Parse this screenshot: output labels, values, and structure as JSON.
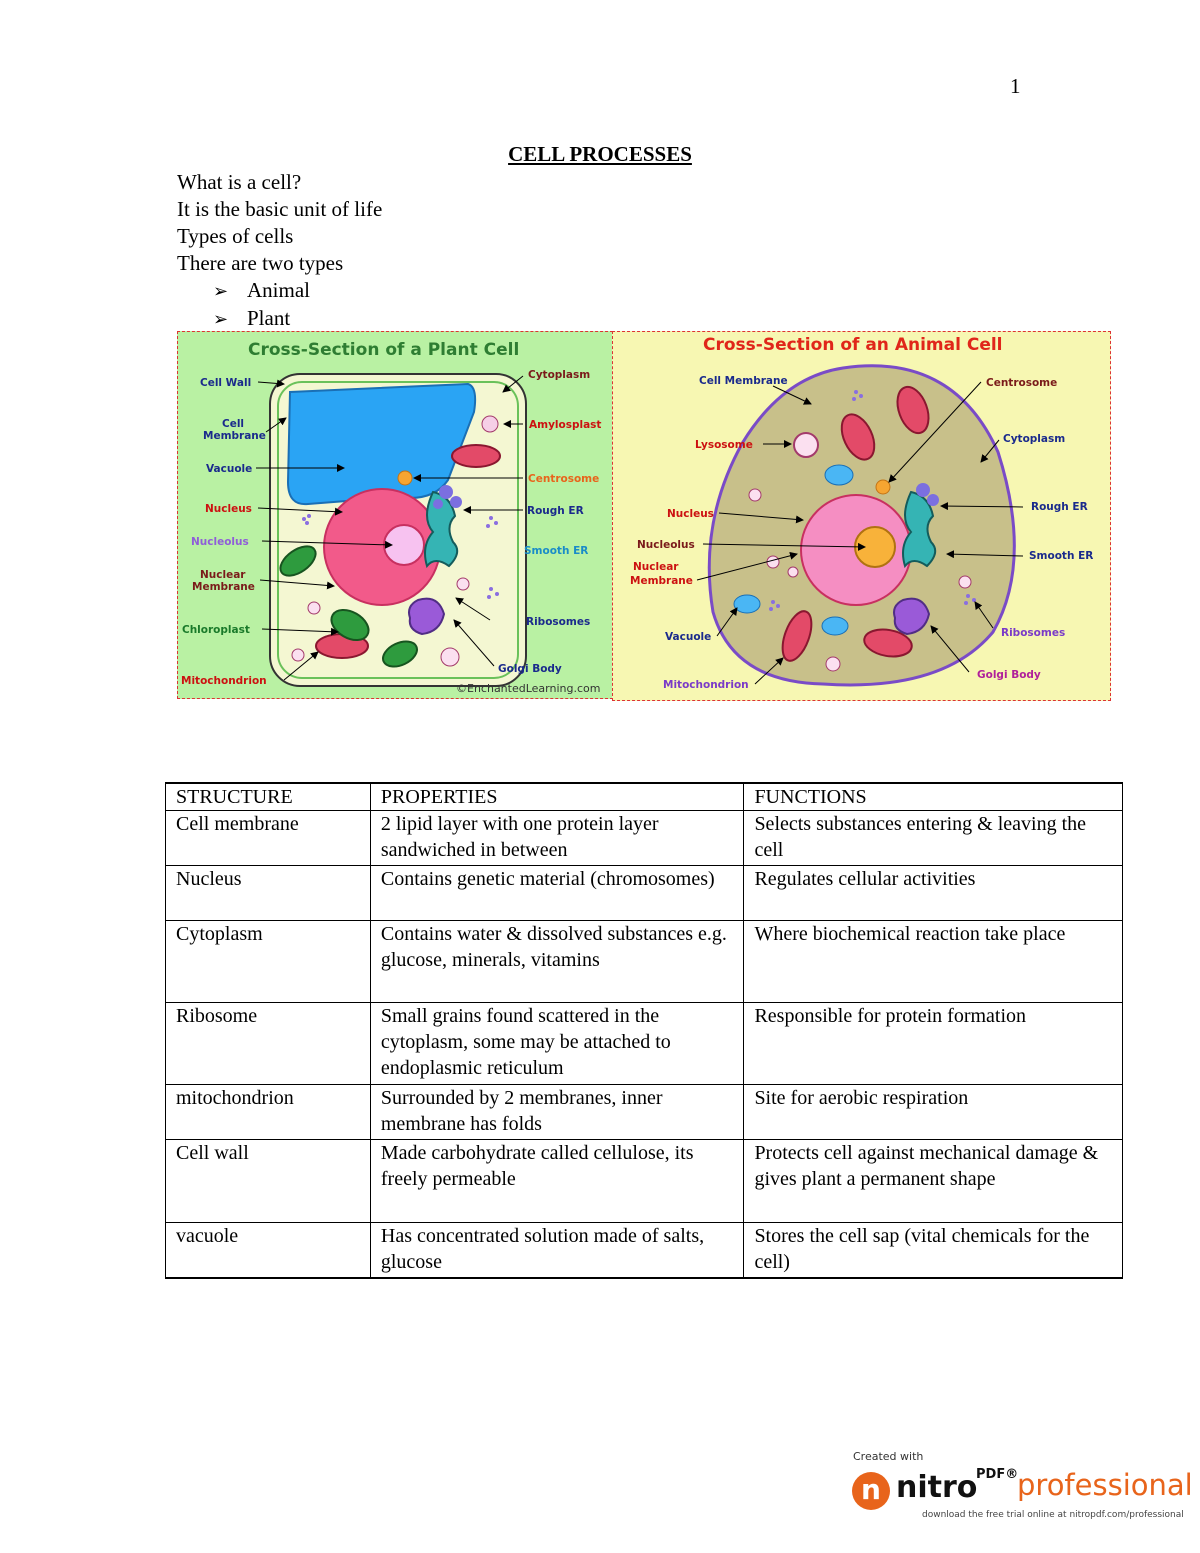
{
  "page": {
    "number": "1",
    "title": "CELL PROCESSES"
  },
  "intro": {
    "question": "What is a cell?",
    "answer": "It is the basic unit of life",
    "types_heading": "Types of cells",
    "types_intro": "There are two types",
    "types": [
      "Animal",
      "Plant"
    ]
  },
  "plant_figure": {
    "title": "Cross-Section of a Plant Cell",
    "labels": {
      "cell_wall": "Cell Wall",
      "cell": "Cell",
      "membrane": "Membrane",
      "vacuole": "Vacuole",
      "nucleus": "Nucleus",
      "nucleolus": "Nucleolus",
      "nuclear": "Nuclear",
      "nuclear_membrane": "Membrane",
      "chloroplast": "Chloroplast",
      "mitochondrion": "Mitochondrion",
      "cytoplasm": "Cytoplasm",
      "amylosplast": "Amylosplast",
      "centrosome": "Centrosome",
      "rough_er": "Rough ER",
      "smooth_er": "Smooth ER",
      "ribosomes": "Ribosomes",
      "golgi_body": "Golgi Body"
    },
    "credit": "©EnchantedLearning.com"
  },
  "animal_figure": {
    "title": "Cross-Section of an Animal Cell",
    "labels": {
      "cell_membrane": "Cell Membrane",
      "lysosome": "Lysosome",
      "nucleus": "Nucleus",
      "nucleolus": "Nucleolus",
      "nuclear": "Nuclear",
      "nuclear_membrane": "Membrane",
      "vacuole": "Vacuole",
      "mitochondrion": "Mitochondrion",
      "centrosome": "Centrosome",
      "cytoplasm": "Cytoplasm",
      "rough_er": "Rough ER",
      "smooth_er": "Smooth ER",
      "ribosomes": "Ribosomes",
      "golgi_body": "Golgi Body"
    }
  },
  "colors": {
    "plant_bg": "#b9f1a3",
    "animal_bg": "#f7f7b2",
    "title_green": "#2e7d32",
    "title_red": "#e0261a",
    "label_navy": "#1a2a8c",
    "label_red": "#cc1111",
    "label_cyan": "#1a8cc8",
    "nucleus_pink": "#f25a8a",
    "vacuole_blue": "#2aa4f4",
    "accent_orange": "#e8641b"
  },
  "table": {
    "headers": [
      "STRUCTURE",
      "PROPERTIES",
      "FUNCTIONS"
    ],
    "rows": [
      [
        "Cell membrane",
        "2 lipid layer with one protein layer sandwiched in between",
        "Selects  substances entering & leaving the cell"
      ],
      [
        "Nucleus",
        "Contains genetic material (chromosomes)",
        "Regulates cellular activities"
      ],
      [
        "Cytoplasm",
        "Contains water & dissolved substances e.g. glucose, minerals, vitamins",
        "Where biochemical reaction take place"
      ],
      [
        "Ribosome",
        "Small grains found scattered in the cytoplasm, some may be attached to endoplasmic reticulum",
        "Responsible for protein formation"
      ],
      [
        "mitochondrion",
        "Surrounded by 2 membranes, inner membrane has folds",
        "Site for aerobic respiration"
      ],
      [
        "Cell wall",
        "Made carbohydrate called cellulose, its freely permeable",
        "Protects cell against mechanical damage & gives plant a permanent shape"
      ],
      [
        "vacuole",
        "Has concentrated solution made of salts, glucose",
        "Stores the cell sap (vital chemicals for the cell)"
      ]
    ]
  },
  "footer": {
    "created_with": "Created with",
    "logo_letter": "n",
    "brand": "nitro",
    "pdf": "PDF",
    "trademark": "®",
    "product": "professional",
    "download": "download the free trial online at nitropdf.com/professional"
  }
}
